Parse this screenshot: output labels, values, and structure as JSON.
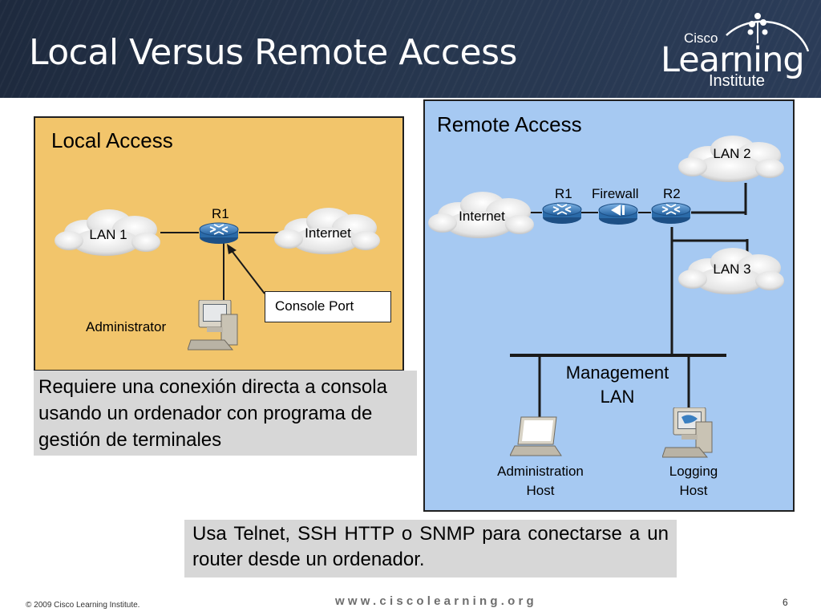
{
  "header": {
    "title": "Local Versus Remote Access",
    "logo": {
      "brand": "Cisco",
      "word": "Learning",
      "sub": "Institute"
    }
  },
  "local_access": {
    "heading": "Local Access",
    "lan1_label": "LAN 1",
    "router_label": "R1",
    "internet_label": "Internet",
    "console_port_label": "Console Port",
    "administrator_label": "Administrator",
    "note": "Requiere una conexión directa a consola usando un ordenador con programa de gestión de terminales"
  },
  "remote_access": {
    "heading": "Remote Access",
    "internet_label": "Internet",
    "r1_label": "R1",
    "firewall_label": "Firewall",
    "r2_label": "R2",
    "lan2_label": "LAN 2",
    "lan3_label": "LAN 3",
    "management_lan_line1": "Management",
    "management_lan_line2": "LAN",
    "admin_host_line1": "Administration",
    "admin_host_line2": "Host",
    "logging_host_line1": "Logging",
    "logging_host_line2": "Host",
    "note": "Usa Telnet, SSH HTTP o SNMP para conectarse a un router desde un ordenador."
  },
  "footer": {
    "copyright": "© 2009 Cisco Learning Institute.",
    "url": "www.ciscolearning.org",
    "page_number": "6"
  },
  "colors": {
    "header_bg": "#27374f",
    "local_panel": "#f2c56b",
    "remote_panel": "#a6c9f2",
    "note_bg": "#d7d7d7",
    "router_blue": "#3a7fc1"
  }
}
